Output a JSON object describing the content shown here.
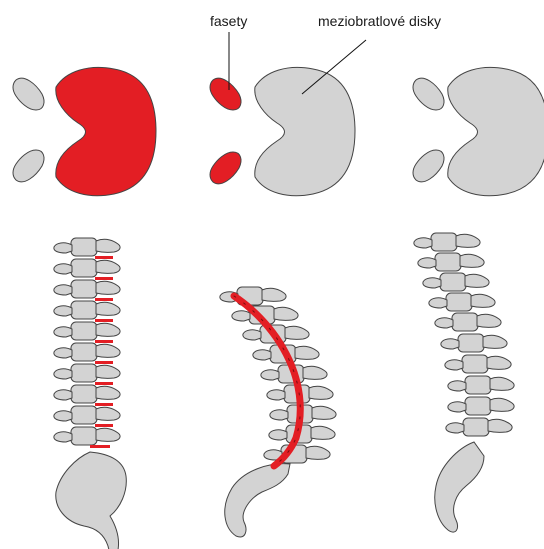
{
  "labels": {
    "facets": "fasety",
    "discs": "meziobratlové disky"
  },
  "colors": {
    "highlight": "#e31e24",
    "bone": "#d3d3d3",
    "outline": "#444444"
  },
  "panels": [
    {
      "highlight": "disc"
    },
    {
      "highlight": "facets"
    },
    {
      "highlight": "none"
    }
  ]
}
